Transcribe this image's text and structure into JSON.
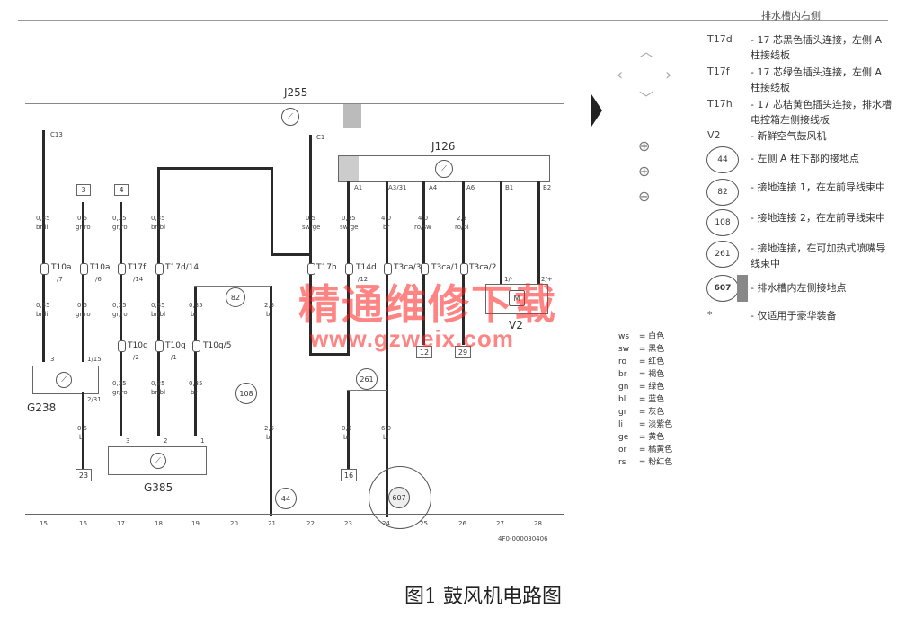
{
  "control_unit_top": {
    "name": "J255",
    "icon": "control-unit-icon"
  },
  "control_unit_mid": {
    "name": "J126",
    "icon": "control-unit-icon"
  },
  "top_labels": {
    "c13": "C13",
    "c1": "C1"
  },
  "connector_numbers": {
    "n3": "3",
    "n4": "4",
    "n12": "12",
    "n29": "29",
    "n23": "23",
    "n16": "16"
  },
  "wire_specs": [
    {
      "size": "0,35",
      "color": "br/li"
    },
    {
      "size": "0,5",
      "color": "gr/ro"
    },
    {
      "size": "0,35",
      "color": "gr/ro"
    },
    {
      "size": "0,35",
      "color": "br/bl"
    },
    {
      "size": "0,5",
      "color": "sw/ge"
    },
    {
      "size": "0,35",
      "color": "sw/ge"
    },
    {
      "size": "4,0",
      "color": "br"
    },
    {
      "size": "4,0",
      "color": "ro/sw"
    },
    {
      "size": "2,5",
      "color": "ro/bl"
    }
  ],
  "pins_j126": [
    "A1",
    "A3/31",
    "A4",
    "A6",
    "B1",
    "B2"
  ],
  "connectors": [
    {
      "name": "T10a",
      "pin": "/7"
    },
    {
      "name": "T10a",
      "pin": "/6"
    },
    {
      "name": "T17f",
      "pin": "/14"
    },
    {
      "name": "T17d/14",
      "pin": ""
    },
    {
      "name": "T17h",
      "pin": ""
    },
    {
      "name": "T14d",
      "pin": "/12"
    },
    {
      "name": "T3ca/3",
      "pin": ""
    },
    {
      "name": "T3ca/1",
      "pin": ""
    },
    {
      "name": "T3ca/2",
      "pin": ""
    },
    {
      "name": "T10q",
      "pin": "/2"
    },
    {
      "name": "T10q",
      "pin": "/1"
    },
    {
      "name": "T10q/5",
      "pin": ""
    }
  ],
  "lower_specs": [
    {
      "size": "0,35",
      "color": "br/li"
    },
    {
      "size": "0,5",
      "color": "gr/ro"
    },
    {
      "size": "0,35",
      "color": "gr/ro"
    },
    {
      "size": "0,35",
      "color": "br/bl"
    },
    {
      "size": "0,35",
      "color": "br"
    },
    {
      "size": "2,5",
      "color": "br"
    },
    {
      "size": "0,35",
      "color": "gr/ro"
    },
    {
      "size": "0,35",
      "color": "br/bl"
    },
    {
      "size": "0,35",
      "color": "br"
    },
    {
      "size": "0,5",
      "color": "br"
    },
    {
      "size": "2,5",
      "color": "br"
    },
    {
      "size": "0,5",
      "color": "br"
    },
    {
      "size": "6,0",
      "color": "br"
    }
  ],
  "ground_points": {
    "p82": "82",
    "p108": "108",
    "p261": "261",
    "p44": "44",
    "p607": "607"
  },
  "components": {
    "g238": "G238",
    "g385": "G385",
    "v2": "V2"
  },
  "pin_marks": {
    "g238_3": "3",
    "g238_1_15": "1/15",
    "g238_2_31": "2/31",
    "g385_3": "3",
    "g385_2": "2",
    "g385_1": "1",
    "v2_1": "1/-",
    "v2_2": "2/+"
  },
  "grid_numbers": [
    "15",
    "16",
    "17",
    "18",
    "19",
    "20",
    "21",
    "22",
    "23",
    "24",
    "25",
    "26",
    "27",
    "28"
  ],
  "diagram_id": "4F0-000030406",
  "color_legend": [
    {
      "code": "ws",
      "name": "白色"
    },
    {
      "code": "sw",
      "name": "黑色"
    },
    {
      "code": "ro",
      "name": "红色"
    },
    {
      "code": "br",
      "name": "褐色"
    },
    {
      "code": "gn",
      "name": "绿色"
    },
    {
      "code": "bl",
      "name": "蓝色"
    },
    {
      "code": "gr",
      "name": "灰色"
    },
    {
      "code": "li",
      "name": "淡紫色"
    },
    {
      "code": "ge",
      "name": "黄色"
    },
    {
      "code": "or",
      "name": "橘黄色"
    },
    {
      "code": "rs",
      "name": "粉红色"
    }
  ],
  "right_legend": [
    {
      "key": "T17d",
      "text": "- 17 芯黑色插头连接，左侧 A 柱接线板"
    },
    {
      "key": "T17f",
      "text": "- 17 芯绿色插头连接，左侧 A 柱接线板"
    },
    {
      "key": "T17h",
      "text": "- 17 芯桔黄色插头连接，排水槽电控箱左侧接线板"
    },
    {
      "key": "V2",
      "text": "- 新鲜空气鼓风机"
    },
    {
      "key": "44",
      "text": "- 左侧 A 柱下部的接地点"
    },
    {
      "key": "82",
      "text": "- 接地连接 1，在左前导线束中"
    },
    {
      "key": "108",
      "text": "- 接地连接 2，在左前导线束中"
    },
    {
      "key": "261",
      "text": "- 接地连接，在可加热式喷嘴导线束中"
    },
    {
      "key": "607",
      "text": "- 排水槽内左侧接地点"
    },
    {
      "key": "*",
      "text": "- 仅适用于豪华装备"
    }
  ],
  "right_legend_top": "排水槽内右侧",
  "watermark": {
    "cn": "精通维修下载",
    "url": "www.gzweix.com"
  },
  "caption": "图1  鼓风机电路图"
}
